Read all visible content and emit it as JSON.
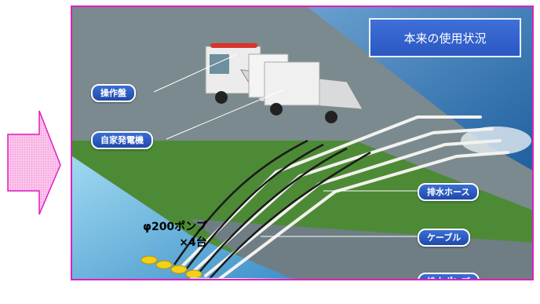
{
  "title": "本来の使用状況",
  "labels": {
    "control_panel": "操作盤",
    "generator": "自家発電機",
    "discharge_hose": "排水ホース",
    "cable": "ケーブル",
    "drain_pump": "排水ポンプ",
    "pump_spec_line1": "φ200ポンプ",
    "pump_spec_line2": "×4台"
  },
  "colors": {
    "frame_border": "#e01fbf",
    "arrow_fill": "#f9b8e6",
    "arrow_border": "#e01fbf",
    "title_box": "#3f6fd8",
    "label_pill": "#2b5cc0"
  },
  "icons": {
    "side_arrow": "right-arrow-icon",
    "truck": "truck-icon",
    "pump": "pump-icon"
  }
}
